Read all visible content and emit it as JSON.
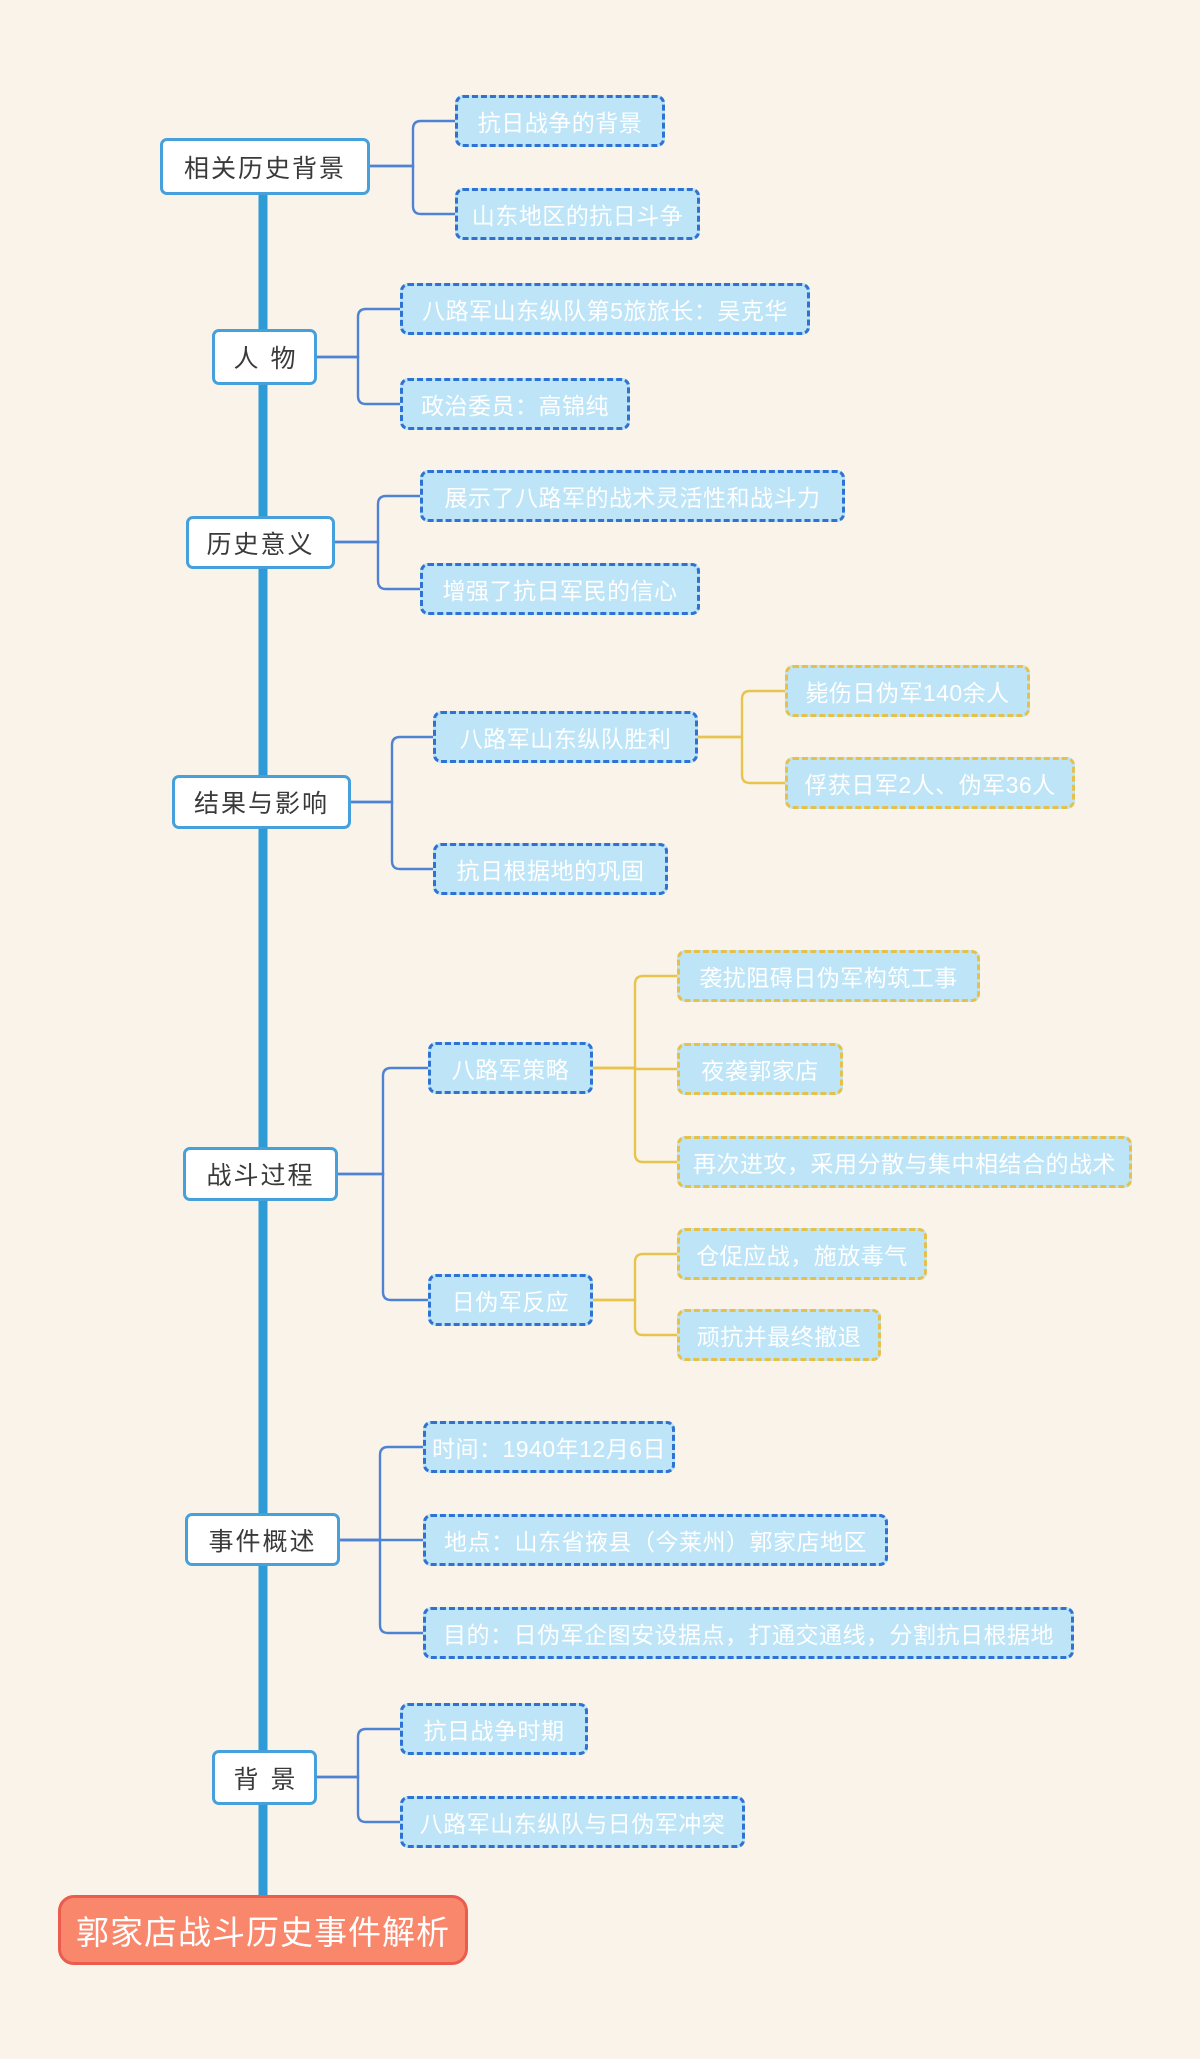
{
  "title": "郭家店战斗历史事件解析",
  "colors": {
    "spine": "#2E9BD6",
    "branch_connector": "#4E82D2",
    "sub_connector": "#E7C44E",
    "level1_border": "#46A0DC",
    "level2_bg": "#BDE5F7",
    "level2_border": "#2E72D4",
    "level3_border": "#E5C14C",
    "root_bg": "#F8876C",
    "root_border": "#EA5D4E",
    "background": "#FAF3EA"
  },
  "root": {
    "label": "郭家店战斗历史事件解析"
  },
  "branches": [
    {
      "label": "相关历史背景",
      "children": [
        {
          "label": "抗日战争的背景"
        },
        {
          "label": "山东地区的抗日斗争"
        }
      ]
    },
    {
      "label": "人物",
      "children": [
        {
          "label": "八路军山东纵队第5旅旅长：吴克华"
        },
        {
          "label": "政治委员：高锦纯"
        }
      ]
    },
    {
      "label": "历史意义",
      "children": [
        {
          "label": "展示了八路军的战术灵活性和战斗力"
        },
        {
          "label": "增强了抗日军民的信心"
        }
      ]
    },
    {
      "label": "结果与影响",
      "children": [
        {
          "label": "八路军山东纵队胜利",
          "children": [
            {
              "label": "毙伤日伪军140余人"
            },
            {
              "label": "俘获日军2人、伪军36人"
            }
          ]
        },
        {
          "label": "抗日根据地的巩固"
        }
      ]
    },
    {
      "label": "战斗过程",
      "children": [
        {
          "label": "八路军策略",
          "children": [
            {
              "label": "袭扰阻碍日伪军构筑工事"
            },
            {
              "label": "夜袭郭家店"
            },
            {
              "label": "再次进攻，采用分散与集中相结合的战术"
            }
          ]
        },
        {
          "label": "日伪军反应",
          "children": [
            {
              "label": "仓促应战，施放毒气"
            },
            {
              "label": "顽抗并最终撤退"
            }
          ]
        }
      ]
    },
    {
      "label": "事件概述",
      "children": [
        {
          "label": "时间：1940年12月6日"
        },
        {
          "label": "地点：山东省掖县（今莱州）郭家店地区"
        },
        {
          "label": "目的：日伪军企图安设据点，打通交通线，分割抗日根据地"
        }
      ]
    },
    {
      "label": "背景",
      "children": [
        {
          "label": "抗日战争时期"
        },
        {
          "label": "八路军山东纵队与日伪军冲突"
        }
      ]
    }
  ]
}
